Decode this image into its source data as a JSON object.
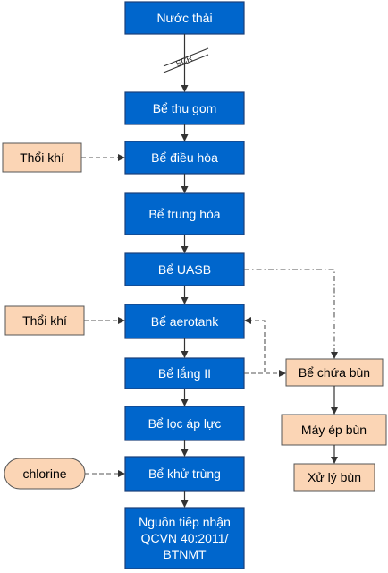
{
  "nodes": {
    "nuoc_thai": "Nước thải",
    "scr": "SCR",
    "be_thu_gom": "Bể thu gom",
    "be_dieu_hoa": "Bể điều hòa",
    "be_trung_hoa": "Bể trung hòa",
    "be_uasb": "Bể UASB",
    "be_aerotank": "Bể aerotank",
    "be_lang": "Bể lắng II",
    "be_loc": "Bể lọc áp lực",
    "be_khu_trung": "Bể khử trùng",
    "nguon_1": "Nguồn tiếp nhận",
    "nguon_2": "QCVN 40:2011/",
    "nguon_3": "BTNMT",
    "thoi_khi_1": "Thổi khí",
    "thoi_khi_2": "Thổi khí",
    "chlorine": "chlorine",
    "be_chua_bun": "Bể chứa bùn",
    "may_ep_bun": "Máy ép bùn",
    "xu_ly_bun": "Xử lý bùn"
  },
  "colors": {
    "main_fill": "#0066cc",
    "side_fill": "#fbd5b5"
  }
}
